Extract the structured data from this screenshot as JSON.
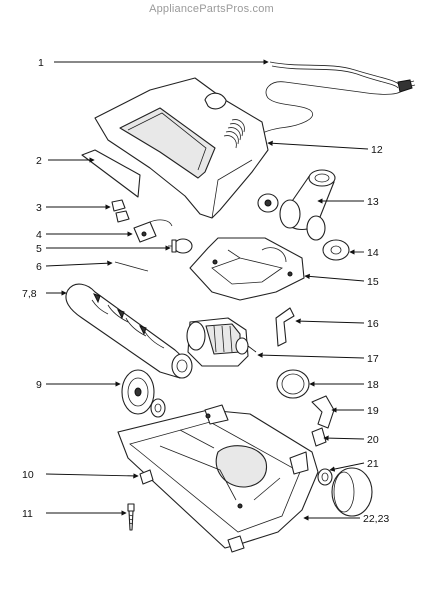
{
  "watermark": "AppliancePartsPros.com",
  "callouts": [
    {
      "id": "1",
      "label": "1"
    },
    {
      "id": "2",
      "label": "2"
    },
    {
      "id": "3",
      "label": "3"
    },
    {
      "id": "4",
      "label": "4"
    },
    {
      "id": "5",
      "label": "5"
    },
    {
      "id": "6",
      "label": "6"
    },
    {
      "id": "7",
      "label": "7,8"
    },
    {
      "id": "9",
      "label": "9"
    },
    {
      "id": "10",
      "label": "10"
    },
    {
      "id": "11",
      "label": "11"
    },
    {
      "id": "12",
      "label": "12"
    },
    {
      "id": "13",
      "label": "13"
    },
    {
      "id": "14",
      "label": "14"
    },
    {
      "id": "15",
      "label": "15"
    },
    {
      "id": "16",
      "label": "16"
    },
    {
      "id": "17",
      "label": "17"
    },
    {
      "id": "18",
      "label": "18"
    },
    {
      "id": "19",
      "label": "19"
    },
    {
      "id": "20",
      "label": "20"
    },
    {
      "id": "21",
      "label": "21"
    },
    {
      "id": "22",
      "label": "22,23"
    }
  ]
}
